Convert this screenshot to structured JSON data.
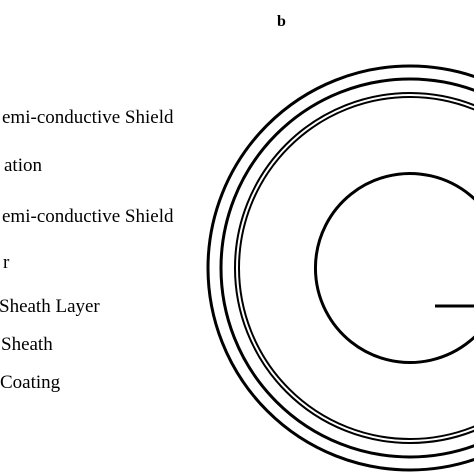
{
  "panel_label": "b",
  "legend": {
    "items": [
      "emi-conductive Shield",
      "ation",
      "emi-conductive Shield",
      "r",
      "Sheath Layer",
      "Sheath",
      "Coating"
    ]
  },
  "colors": {
    "stroke": "#000000",
    "background": "#ffffff"
  }
}
